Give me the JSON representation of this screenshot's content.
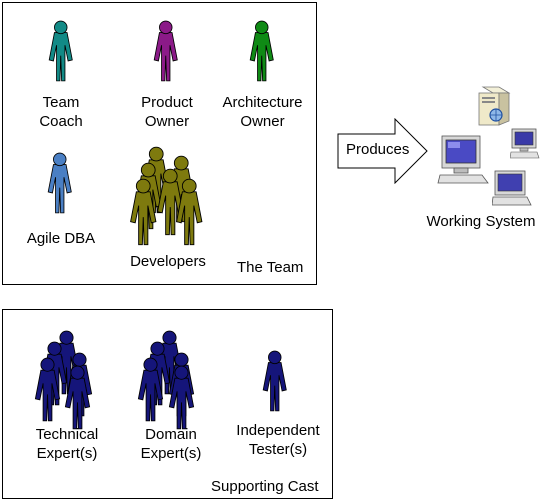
{
  "team": {
    "label": "The Team",
    "roles": [
      {
        "name": "Team Coach",
        "color": "#128A86"
      },
      {
        "name": "Product Owner",
        "color": "#8B1A88"
      },
      {
        "name": "Architecture Owner",
        "color": "#0F8A15"
      },
      {
        "name": "Agile DBA",
        "color": "#4A7FC4"
      },
      {
        "name": "Developers",
        "color": "#7E7A0E"
      }
    ]
  },
  "supporting": {
    "label": "Supporting Cast",
    "roles": [
      {
        "name": "Technical Expert(s)",
        "color": "#15157A"
      },
      {
        "name": "Domain Expert(s)",
        "color": "#15157A"
      },
      {
        "name": "Independent Tester(s)",
        "color": "#15157A"
      }
    ]
  },
  "produces_label": "Produces",
  "output_label": "Working System"
}
